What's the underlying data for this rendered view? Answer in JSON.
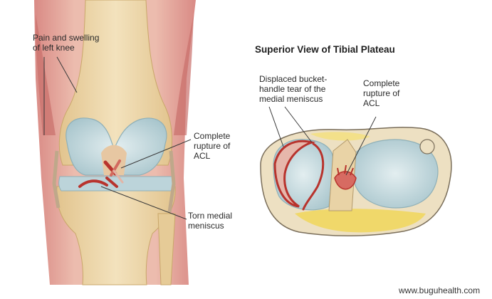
{
  "left_panel": {
    "pain_label": [
      "Pain and swelling",
      "of left knee"
    ],
    "acl_label": [
      "Complete",
      "rupture of",
      "ACL"
    ],
    "meniscus_label": [
      "Torn medial",
      "meniscus"
    ]
  },
  "right_panel": {
    "title": "Superior View of Tibial Plateau",
    "bucket_label": [
      "Displaced bucket-",
      "handle tear of the",
      "medial meniscus"
    ],
    "acl_label": [
      "Complete",
      "rupture of",
      "ACL"
    ]
  },
  "watermark": "www.buguhealth.com",
  "colors": {
    "skin": "#e7b7a8",
    "muscle": "#cf7f78",
    "bone": "#ecd6a8",
    "cartilage": "#c8dbe0",
    "tear_red": "#b8332d",
    "fat_yellow": "#f0d86a"
  }
}
